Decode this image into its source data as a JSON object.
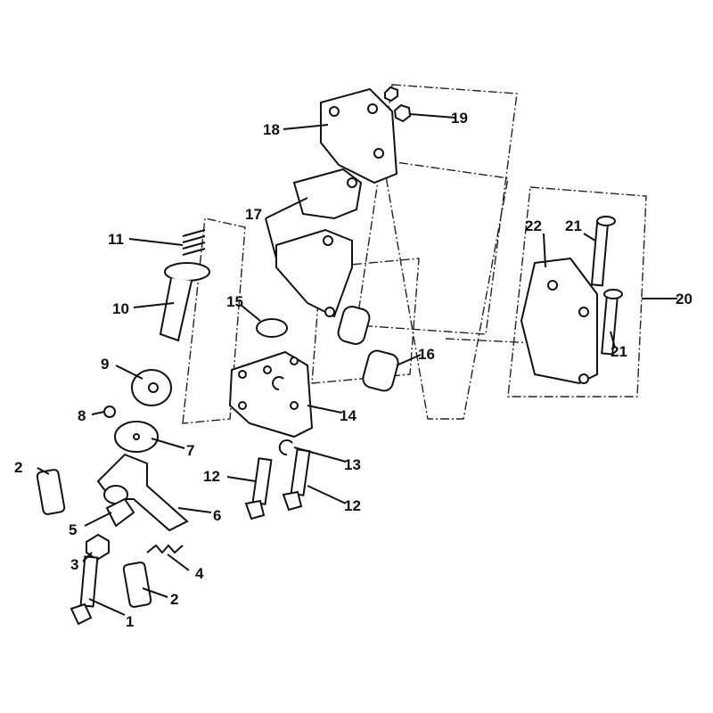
{
  "diagram": {
    "type": "exploded-parts-diagram",
    "callouts": [
      "1",
      "2",
      "2",
      "3",
      "4",
      "5",
      "6",
      "7",
      "8",
      "9",
      "10",
      "11",
      "12",
      "12",
      "13",
      "14",
      "15",
      "16",
      "17",
      "18",
      "19",
      "20",
      "21",
      "21",
      "22"
    ]
  }
}
